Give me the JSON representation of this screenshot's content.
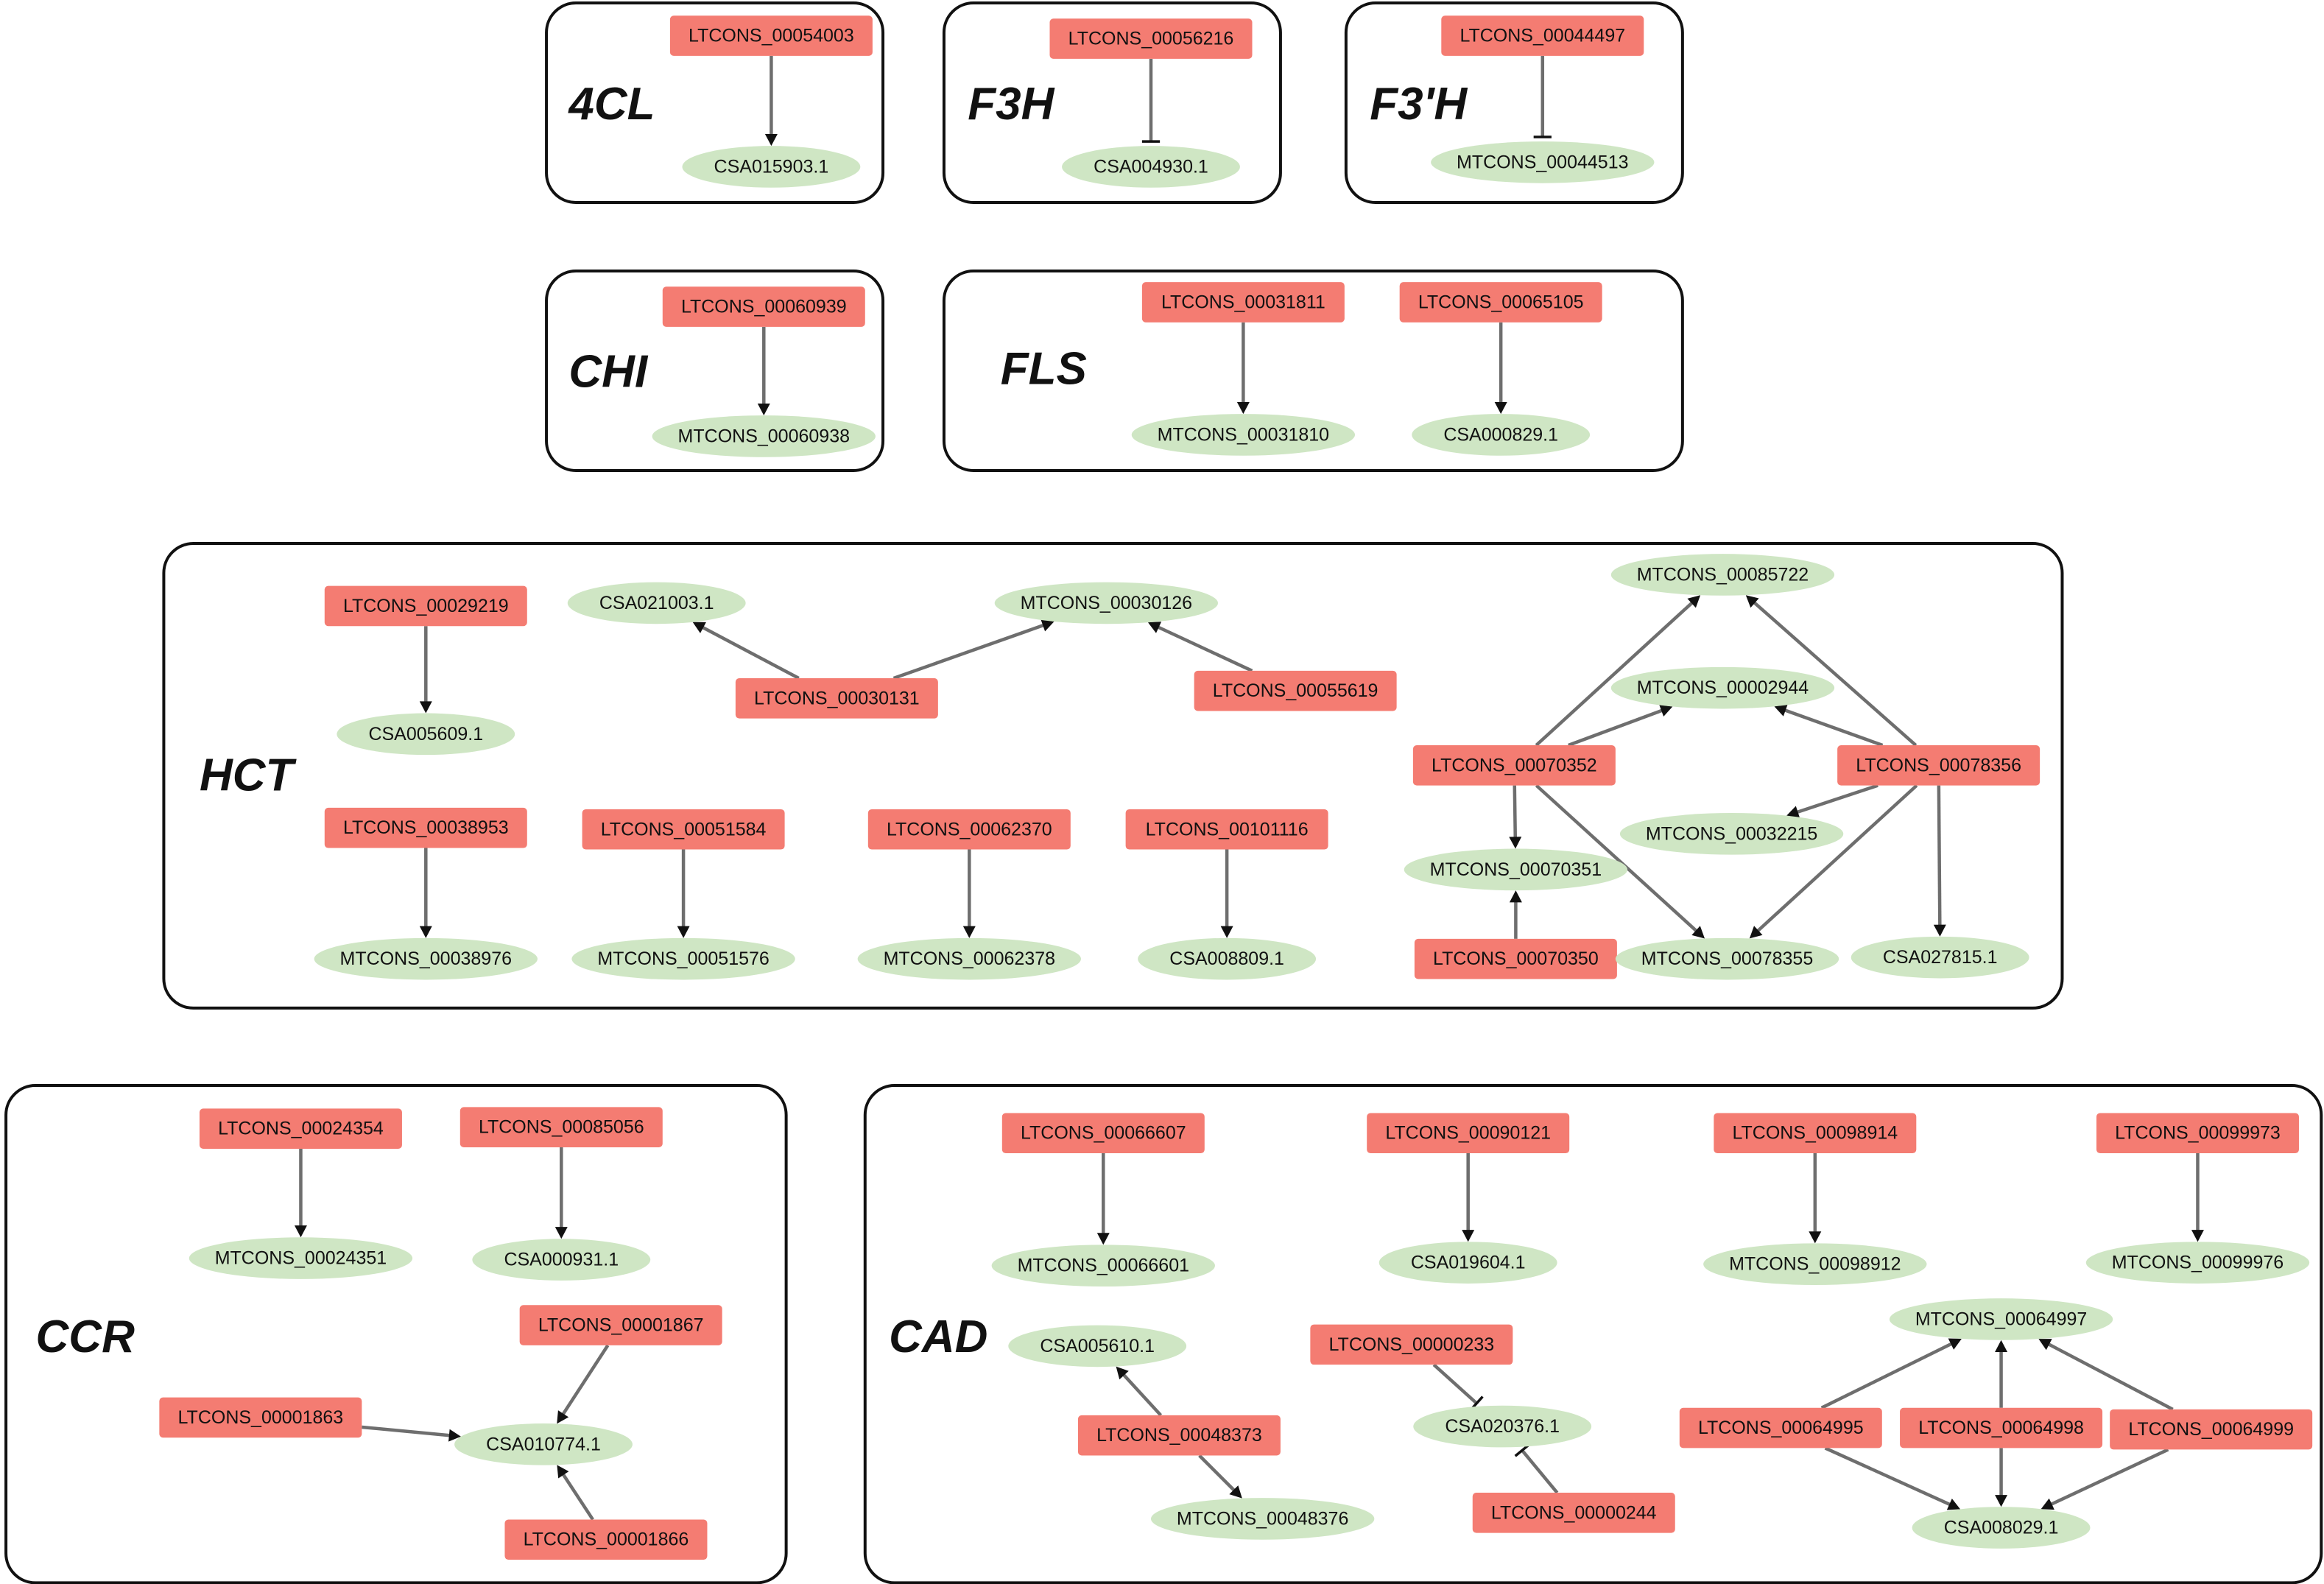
{
  "groups": [
    {
      "id": "4CL",
      "label": "4CL"
    },
    {
      "id": "F3H",
      "label": "F3H"
    },
    {
      "id": "F3pH",
      "label": "F3'H"
    },
    {
      "id": "CHI",
      "label": "CHI"
    },
    {
      "id": "FLS",
      "label": "FLS"
    },
    {
      "id": "HCT",
      "label": "HCT"
    },
    {
      "id": "CCR",
      "label": "CCR"
    },
    {
      "id": "CAD",
      "label": "CAD"
    }
  ],
  "nodes": [
    {
      "id": "L_54003",
      "label": "LTCONS_00054003",
      "kind": "lncRNA"
    },
    {
      "id": "T_015903",
      "label": "CSA015903.1",
      "kind": "target"
    },
    {
      "id": "L_56216",
      "label": "LTCONS_00056216",
      "kind": "lncRNA"
    },
    {
      "id": "T_004930",
      "label": "CSA004930.1",
      "kind": "target"
    },
    {
      "id": "L_44497",
      "label": "LTCONS_00044497",
      "kind": "lncRNA"
    },
    {
      "id": "M_44513",
      "label": "MTCONS_00044513",
      "kind": "target"
    },
    {
      "id": "L_60939",
      "label": "LTCONS_00060939",
      "kind": "lncRNA"
    },
    {
      "id": "M_60938",
      "label": "MTCONS_00060938",
      "kind": "target"
    },
    {
      "id": "L_31811",
      "label": "LTCONS_00031811",
      "kind": "lncRNA"
    },
    {
      "id": "M_31810",
      "label": "MTCONS_00031810",
      "kind": "target"
    },
    {
      "id": "L_65105",
      "label": "LTCONS_00065105",
      "kind": "lncRNA"
    },
    {
      "id": "T_000829",
      "label": "CSA000829.1",
      "kind": "target"
    },
    {
      "id": "L_29219",
      "label": "LTCONS_00029219",
      "kind": "lncRNA"
    },
    {
      "id": "T_005609",
      "label": "CSA005609.1",
      "kind": "target"
    },
    {
      "id": "T_021003",
      "label": "CSA021003.1",
      "kind": "target"
    },
    {
      "id": "M_30126",
      "label": "MTCONS_00030126",
      "kind": "target"
    },
    {
      "id": "L_30131",
      "label": "LTCONS_00030131",
      "kind": "lncRNA"
    },
    {
      "id": "L_55619",
      "label": "LTCONS_00055619",
      "kind": "lncRNA"
    },
    {
      "id": "M_85722",
      "label": "MTCONS_00085722",
      "kind": "target"
    },
    {
      "id": "M_02944",
      "label": "MTCONS_00002944",
      "kind": "target"
    },
    {
      "id": "L_70352",
      "label": "LTCONS_00070352",
      "kind": "lncRNA"
    },
    {
      "id": "L_78356",
      "label": "LTCONS_00078356",
      "kind": "lncRNA"
    },
    {
      "id": "M_32215",
      "label": "MTCONS_00032215",
      "kind": "target"
    },
    {
      "id": "M_70351",
      "label": "MTCONS_00070351",
      "kind": "target"
    },
    {
      "id": "L_70350",
      "label": "LTCONS_00070350",
      "kind": "lncRNA"
    },
    {
      "id": "M_78355",
      "label": "MTCONS_00078355",
      "kind": "target"
    },
    {
      "id": "T_027815",
      "label": "CSA027815.1",
      "kind": "target"
    },
    {
      "id": "L_38953",
      "label": "LTCONS_00038953",
      "kind": "lncRNA"
    },
    {
      "id": "M_38976",
      "label": "MTCONS_00038976",
      "kind": "target"
    },
    {
      "id": "L_51584",
      "label": "LTCONS_00051584",
      "kind": "lncRNA"
    },
    {
      "id": "M_51576",
      "label": "MTCONS_00051576",
      "kind": "target"
    },
    {
      "id": "L_62370",
      "label": "LTCONS_00062370",
      "kind": "lncRNA"
    },
    {
      "id": "M_62378",
      "label": "MTCONS_00062378",
      "kind": "target"
    },
    {
      "id": "L_101116",
      "label": "LTCONS_00101116",
      "kind": "lncRNA"
    },
    {
      "id": "T_008809",
      "label": "CSA008809.1",
      "kind": "target"
    },
    {
      "id": "L_24354",
      "label": "LTCONS_00024354",
      "kind": "lncRNA"
    },
    {
      "id": "M_24351",
      "label": "MTCONS_00024351",
      "kind": "target"
    },
    {
      "id": "L_85056",
      "label": "LTCONS_00085056",
      "kind": "lncRNA"
    },
    {
      "id": "T_000931",
      "label": "CSA000931.1",
      "kind": "target"
    },
    {
      "id": "L_01867",
      "label": "LTCONS_00001867",
      "kind": "lncRNA"
    },
    {
      "id": "L_01863",
      "label": "LTCONS_00001863",
      "kind": "lncRNA"
    },
    {
      "id": "T_010774",
      "label": "CSA010774.1",
      "kind": "target"
    },
    {
      "id": "L_01866",
      "label": "LTCONS_00001866",
      "kind": "lncRNA"
    },
    {
      "id": "L_66607",
      "label": "LTCONS_00066607",
      "kind": "lncRNA"
    },
    {
      "id": "M_66601",
      "label": "MTCONS_00066601",
      "kind": "target"
    },
    {
      "id": "L_90121",
      "label": "LTCONS_00090121",
      "kind": "lncRNA"
    },
    {
      "id": "T_019604",
      "label": "CSA019604.1",
      "kind": "target"
    },
    {
      "id": "L_98914",
      "label": "LTCONS_00098914",
      "kind": "lncRNA"
    },
    {
      "id": "M_98912",
      "label": "MTCONS_00098912",
      "kind": "target"
    },
    {
      "id": "L_99973",
      "label": "LTCONS_00099973",
      "kind": "lncRNA"
    },
    {
      "id": "M_99976",
      "label": "MTCONS_00099976",
      "kind": "target"
    },
    {
      "id": "T_005610",
      "label": "CSA005610.1",
      "kind": "target"
    },
    {
      "id": "L_48373",
      "label": "LTCONS_00048373",
      "kind": "lncRNA"
    },
    {
      "id": "M_48376",
      "label": "MTCONS_00048376",
      "kind": "target"
    },
    {
      "id": "L_00233",
      "label": "LTCONS_00000233",
      "kind": "lncRNA"
    },
    {
      "id": "T_020376",
      "label": "CSA020376.1",
      "kind": "target"
    },
    {
      "id": "L_00244",
      "label": "LTCONS_00000244",
      "kind": "lncRNA"
    },
    {
      "id": "M_64997",
      "label": "MTCONS_00064997",
      "kind": "target"
    },
    {
      "id": "L_64995",
      "label": "LTCONS_00064995",
      "kind": "lncRNA"
    },
    {
      "id": "L_64998",
      "label": "LTCONS_00064998",
      "kind": "lncRNA"
    },
    {
      "id": "L_64999",
      "label": "LTCONS_00064999",
      "kind": "lncRNA"
    },
    {
      "id": "T_008029",
      "label": "CSA008029.1",
      "kind": "target"
    }
  ],
  "edges": [
    {
      "from": "L_54003",
      "to": "T_015903",
      "type": "activation"
    },
    {
      "from": "L_56216",
      "to": "T_004930",
      "type": "inhibition"
    },
    {
      "from": "L_44497",
      "to": "M_44513",
      "type": "inhibition"
    },
    {
      "from": "L_60939",
      "to": "M_60938",
      "type": "activation"
    },
    {
      "from": "L_31811",
      "to": "M_31810",
      "type": "activation"
    },
    {
      "from": "L_65105",
      "to": "T_000829",
      "type": "activation"
    },
    {
      "from": "L_29219",
      "to": "T_005609",
      "type": "activation"
    },
    {
      "from": "L_30131",
      "to": "T_021003",
      "type": "activation"
    },
    {
      "from": "L_30131",
      "to": "M_30126",
      "type": "activation"
    },
    {
      "from": "L_55619",
      "to": "M_30126",
      "type": "activation"
    },
    {
      "from": "L_70352",
      "to": "M_85722",
      "type": "activation"
    },
    {
      "from": "L_70352",
      "to": "M_02944",
      "type": "activation"
    },
    {
      "from": "L_70352",
      "to": "M_70351",
      "type": "activation"
    },
    {
      "from": "L_70352",
      "to": "M_78355",
      "type": "activation"
    },
    {
      "from": "L_78356",
      "to": "M_85722",
      "type": "activation"
    },
    {
      "from": "L_78356",
      "to": "M_02944",
      "type": "activation"
    },
    {
      "from": "L_78356",
      "to": "M_32215",
      "type": "activation"
    },
    {
      "from": "L_78356",
      "to": "M_78355",
      "type": "activation"
    },
    {
      "from": "L_78356",
      "to": "T_027815",
      "type": "activation"
    },
    {
      "from": "L_70350",
      "to": "M_70351",
      "type": "activation"
    },
    {
      "from": "L_38953",
      "to": "M_38976",
      "type": "activation"
    },
    {
      "from": "L_51584",
      "to": "M_51576",
      "type": "activation"
    },
    {
      "from": "L_62370",
      "to": "M_62378",
      "type": "activation"
    },
    {
      "from": "L_101116",
      "to": "T_008809",
      "type": "activation"
    },
    {
      "from": "L_24354",
      "to": "M_24351",
      "type": "activation"
    },
    {
      "from": "L_85056",
      "to": "T_000931",
      "type": "activation"
    },
    {
      "from": "L_01867",
      "to": "T_010774",
      "type": "activation"
    },
    {
      "from": "L_01863",
      "to": "T_010774",
      "type": "activation"
    },
    {
      "from": "L_01866",
      "to": "T_010774",
      "type": "activation"
    },
    {
      "from": "L_66607",
      "to": "M_66601",
      "type": "activation"
    },
    {
      "from": "L_90121",
      "to": "T_019604",
      "type": "activation"
    },
    {
      "from": "L_98914",
      "to": "M_98912",
      "type": "activation"
    },
    {
      "from": "L_99973",
      "to": "M_99976",
      "type": "activation"
    },
    {
      "from": "L_48373",
      "to": "T_005610",
      "type": "activation"
    },
    {
      "from": "L_48373",
      "to": "M_48376",
      "type": "activation"
    },
    {
      "from": "L_00233",
      "to": "T_020376",
      "type": "inhibition"
    },
    {
      "from": "L_00244",
      "to": "T_020376",
      "type": "inhibition"
    },
    {
      "from": "L_64995",
      "to": "M_64997",
      "type": "activation"
    },
    {
      "from": "L_64998",
      "to": "M_64997",
      "type": "activation"
    },
    {
      "from": "L_64999",
      "to": "M_64997",
      "type": "activation"
    },
    {
      "from": "L_64995",
      "to": "T_008029",
      "type": "activation"
    },
    {
      "from": "L_64998",
      "to": "T_008029",
      "type": "activation"
    },
    {
      "from": "L_64999",
      "to": "T_008029",
      "type": "activation"
    }
  ],
  "colors": {
    "lncRNA_fill": "#f47c72",
    "target_fill": "#cfe6c4",
    "edge": "#6e6e6e",
    "arrow": "#111111",
    "border": "#111111"
  }
}
